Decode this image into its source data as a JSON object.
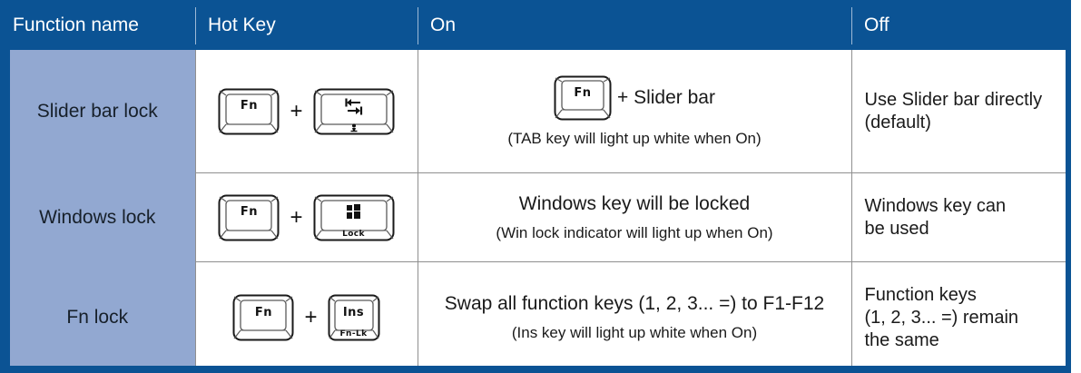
{
  "table": {
    "headers": [
      {
        "id": "function-name",
        "label": "Function name"
      },
      {
        "id": "hot-key",
        "label": "Hot Key"
      },
      {
        "id": "on",
        "label": "On"
      },
      {
        "id": "off",
        "label": "Off"
      }
    ],
    "rows": [
      {
        "function_name": "Slider bar lock",
        "hotkey": {
          "key1": {
            "label": "Fn",
            "sub": "",
            "icon": "",
            "shape": "wide"
          },
          "separator": "+",
          "key2": {
            "label": "",
            "sub": "",
            "icon": "tab-arrows-icon",
            "shape": "wide"
          }
        },
        "on": {
          "keycap": {
            "label": "Fn",
            "shape": "wide"
          },
          "main_text": "+ Slider bar",
          "note": "(TAB key will light up white when On)"
        },
        "off_lines": [
          "Use Slider bar directly",
          "(default)"
        ]
      },
      {
        "function_name": "Windows lock",
        "hotkey": {
          "key1": {
            "label": "Fn",
            "sub": "",
            "icon": "",
            "shape": "wide"
          },
          "separator": "+",
          "key2": {
            "label": "",
            "sub": "Lock",
            "icon": "windows-logo-icon",
            "shape": "wide"
          }
        },
        "on": {
          "keycap": null,
          "main_text": "Windows key will be locked",
          "note": "(Win lock indicator will light up when On)"
        },
        "off_lines": [
          "Windows key can",
          "be used"
        ]
      },
      {
        "function_name": "Fn lock",
        "hotkey": {
          "key1": {
            "label": "Fn",
            "sub": "",
            "icon": "",
            "shape": "wide"
          },
          "separator": "+",
          "key2": {
            "label": "Ins",
            "sub": "Fn-Lk",
            "icon": "",
            "shape": "narrow"
          }
        },
        "on": {
          "keycap": null,
          "main_text": "Swap all function keys (1, 2, 3... =) to F1-F12",
          "note": "(Ins key will light up white when On)"
        },
        "off_lines": [
          "Function keys",
          "(1, 2, 3... =) remain",
          "the same"
        ]
      }
    ]
  },
  "colors": {
    "header_blue": "#0b5394",
    "first_column_blue": "#92a8d1",
    "grid_line": "#8f8f8f",
    "text": "#1a1a1a"
  }
}
